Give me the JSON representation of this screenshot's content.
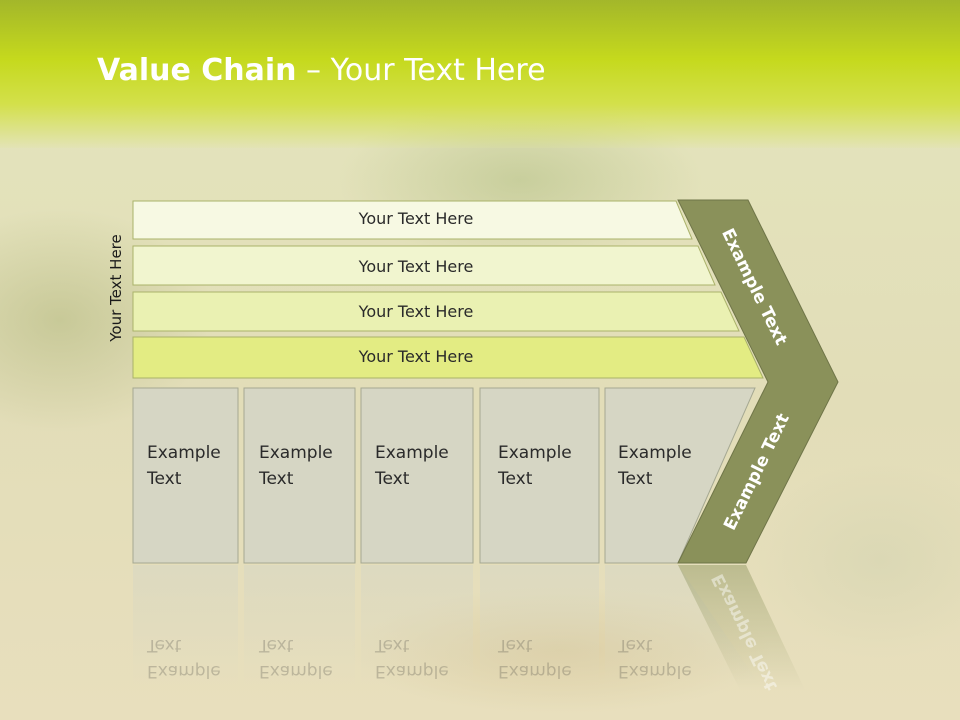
{
  "slide": {
    "title_bold": "Value Chain",
    "title_rest": " – Your Text Here",
    "side_label": "Your Text Here",
    "rows": [
      {
        "label": "Your Text Here",
        "fill": "#f7f9e3"
      },
      {
        "label": "Your Text Here",
        "fill": "#f1f5cf"
      },
      {
        "label": "Your Text Here",
        "fill": "#eaf1b2"
      },
      {
        "label": "Your Text Here",
        "fill": "#e3ec83"
      }
    ],
    "columns": [
      {
        "line1": "Example",
        "line2": "Text"
      },
      {
        "line1": "Example",
        "line2": "Text"
      },
      {
        "line1": "Example",
        "line2": "Text"
      },
      {
        "line1": "Example",
        "line2": "Text"
      },
      {
        "line1": "Example",
        "line2": "Text"
      }
    ],
    "arrow_top_label": "Example Text",
    "arrow_bottom_label": "Example Text",
    "colors": {
      "arrow": "#8a915a",
      "column_fill": "#d6d6c4",
      "column_border": "#a5a892",
      "row_border": "#aab26a"
    }
  }
}
